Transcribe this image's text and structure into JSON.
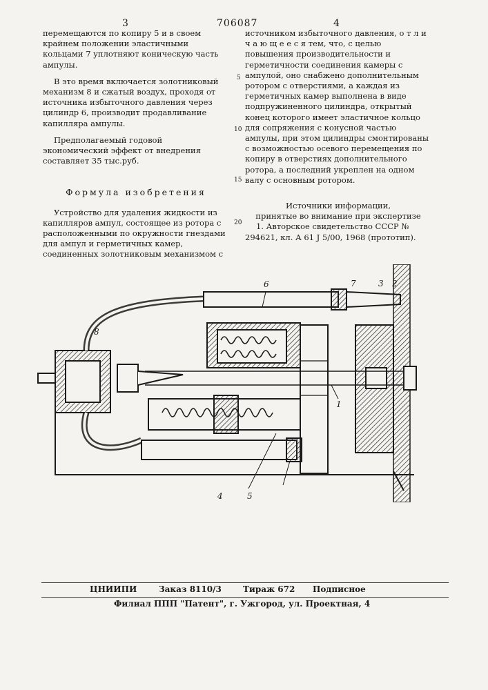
{
  "header": {
    "page_left": "3",
    "patent_number": "706087",
    "page_right": "4"
  },
  "left_col": {
    "para1": "перемещаются по копиру 5 и в своем крайнем положении эластичными кольцами 7 уплотняют коническую часть ампулы.",
    "para2": "В это время включается золотниковый механизм 8 и сжатый воздух, проходя от источника избыточного давления через цилиндр 6, производит продавливание капилляра ампулы.",
    "para3": "Предполагаемый годовой экономический эффект от внедрения составляет 35 тыс.руб.",
    "formula_title": "Формула изобретения",
    "para4": "Устройство для удаления жидкости из капилляров ампул, состоящее из ротора с расположенными по окружности гнездами для ампул и герметичных камер, соединенных золотниковым механизмом с"
  },
  "right_col": {
    "para1": "источником избыточного давления, о т л и ч а ю щ е е с я тем, что, с целью повышения производительности и герметичности соединения камеры с ампулой, оно снабжено дополнительным ротором с отверстиями, а каждая из герметичных камер выполнена в виде подпружиненного цилиндра, открытый конец которого имеет эластичное кольцо для сопряжения с конусной частью ампулы, при этом цилиндры смонтированы с возможностью осевого перемещения по копиру в отверстиях дополнительного ротора, а последний укреплен на одном валу с основным ротором.",
    "sources_title_1": "Источники информации,",
    "sources_title_2": "принятые во внимание при экспертизе",
    "source_1": "1. Авторское свидетельство СССР № 294621, кл. А 61 J 5/00, 1968 (прототип)."
  },
  "line_numbers": [
    "5",
    "10",
    "15",
    "20"
  ],
  "drawing_labels": {
    "l6": "6",
    "l7": "7",
    "l3": "3",
    "l2": "2",
    "l8": "8",
    "l1": "1",
    "l4": "4",
    "l5": "5"
  },
  "footer": {
    "org": "ЦНИИПИ",
    "order": "Заказ 8110/3",
    "circulation": "Тираж 672",
    "subscription": "Подписное",
    "address": "Филиал ППП \"Патент\", г. Ужгород, ул. Проектная, 4"
  }
}
